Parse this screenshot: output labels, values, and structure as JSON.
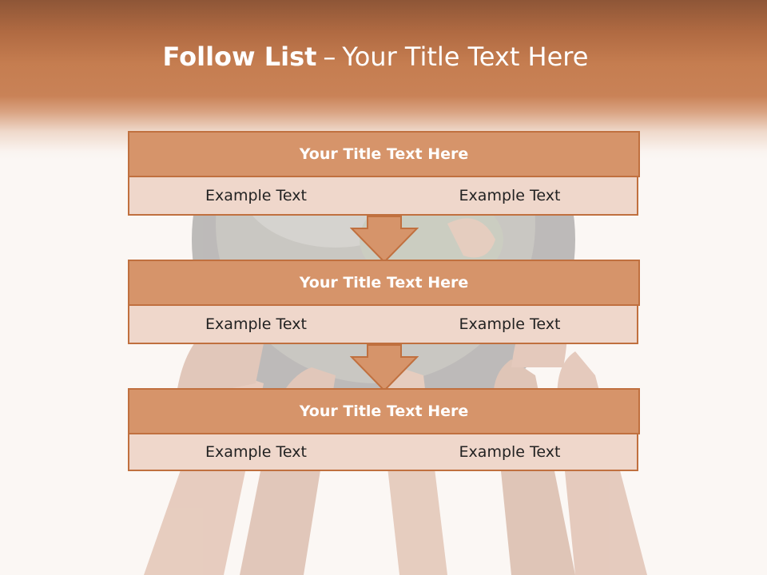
{
  "slide": {
    "title_bold": "Follow List",
    "title_separator": "–",
    "title_rest": "Your Title Text Here"
  },
  "flow": [
    {
      "title": "Your Title Text Here",
      "left": "Example Text",
      "right": "Example Text"
    },
    {
      "title": "Your Title Text Here",
      "left": "Example Text",
      "right": "Example Text"
    },
    {
      "title": "Your Title Text Here",
      "left": "Example Text",
      "right": "Example Text"
    }
  ],
  "colors": {
    "header_dark": "#8e5637",
    "header_mid": "#c98257",
    "box_title_fill": "#d6946a",
    "box_border": "#c0703f",
    "cell_fill": "#efd7cb",
    "arrow_fill": "#d6946a"
  }
}
